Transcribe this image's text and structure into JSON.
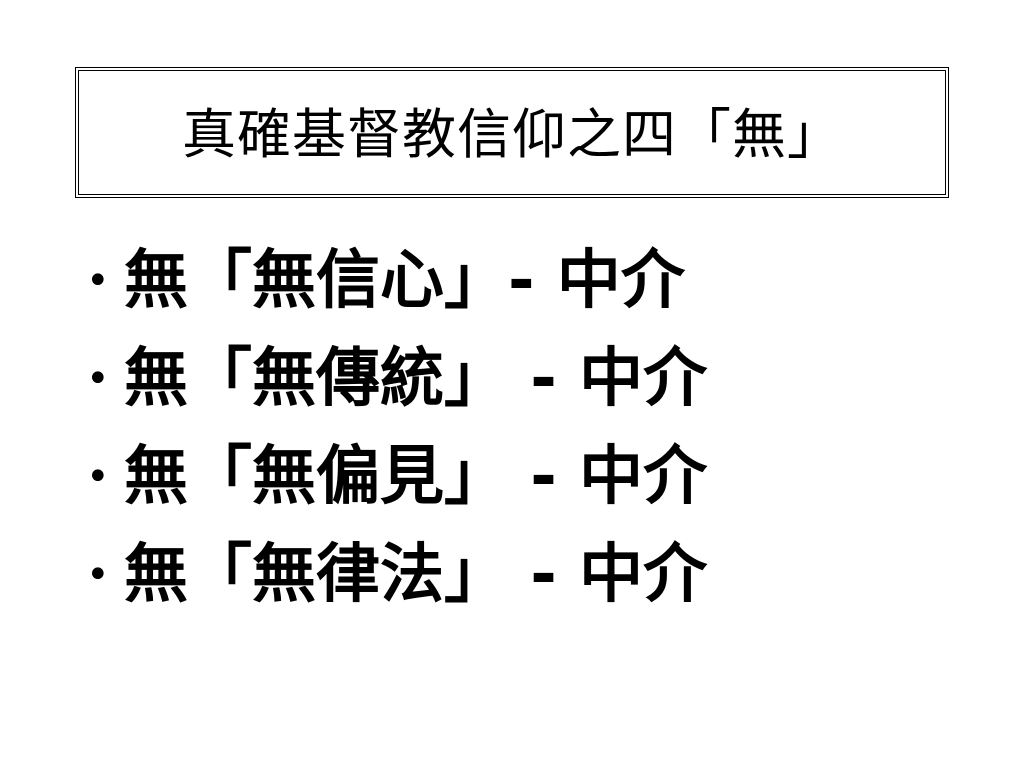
{
  "slide": {
    "title": "真確基督教信仰之四「無」",
    "bullet_symbol": "•",
    "bullets": [
      {
        "text": "無「無信心」- 中介"
      },
      {
        "text": "無「無傳統」 - 中介"
      },
      {
        "text": "無「無偏見」 - 中介"
      },
      {
        "text": "無「無律法」 - 中介"
      }
    ]
  }
}
